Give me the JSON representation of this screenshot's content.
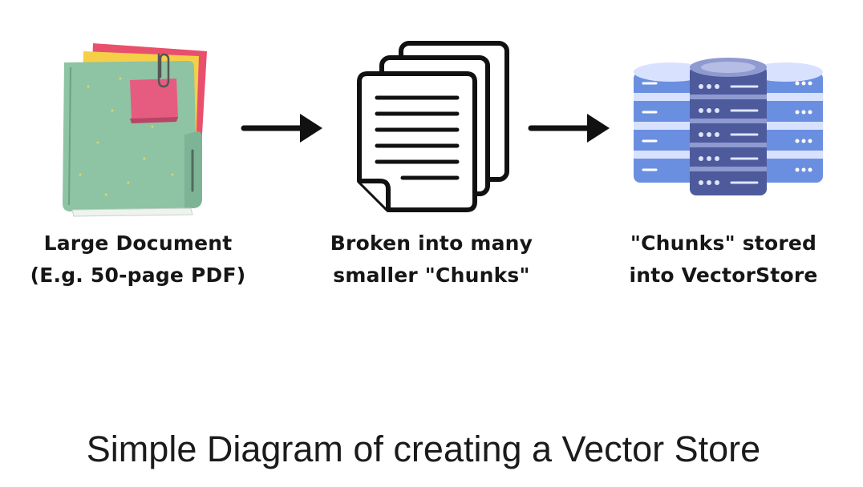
{
  "diagram": {
    "steps": [
      {
        "icon": "document-stack-icon",
        "label_line1": "Large Document",
        "label_line2": "(E.g. 50-page PDF)"
      },
      {
        "icon": "paper-pages-icon",
        "label_line1": "Broken into many",
        "label_line2": "smaller \"Chunks\""
      },
      {
        "icon": "database-icon",
        "label_line1": "\"Chunks\" stored",
        "label_line2": "into VectorStore"
      }
    ],
    "arrows": [
      "right-arrow-icon",
      "right-arrow-icon"
    ],
    "caption": "Simple Diagram of creating a Vector Store"
  },
  "colors": {
    "folder_green": "#8ec3a4",
    "paper_yellow": "#f5cf47",
    "paper_red": "#e8506c",
    "sticky_pink": "#e65c80",
    "db_blue": "#6b8fe0",
    "db_light": "#d8e2ff",
    "db_navy": "#4d5a9c",
    "ink": "#111111"
  }
}
